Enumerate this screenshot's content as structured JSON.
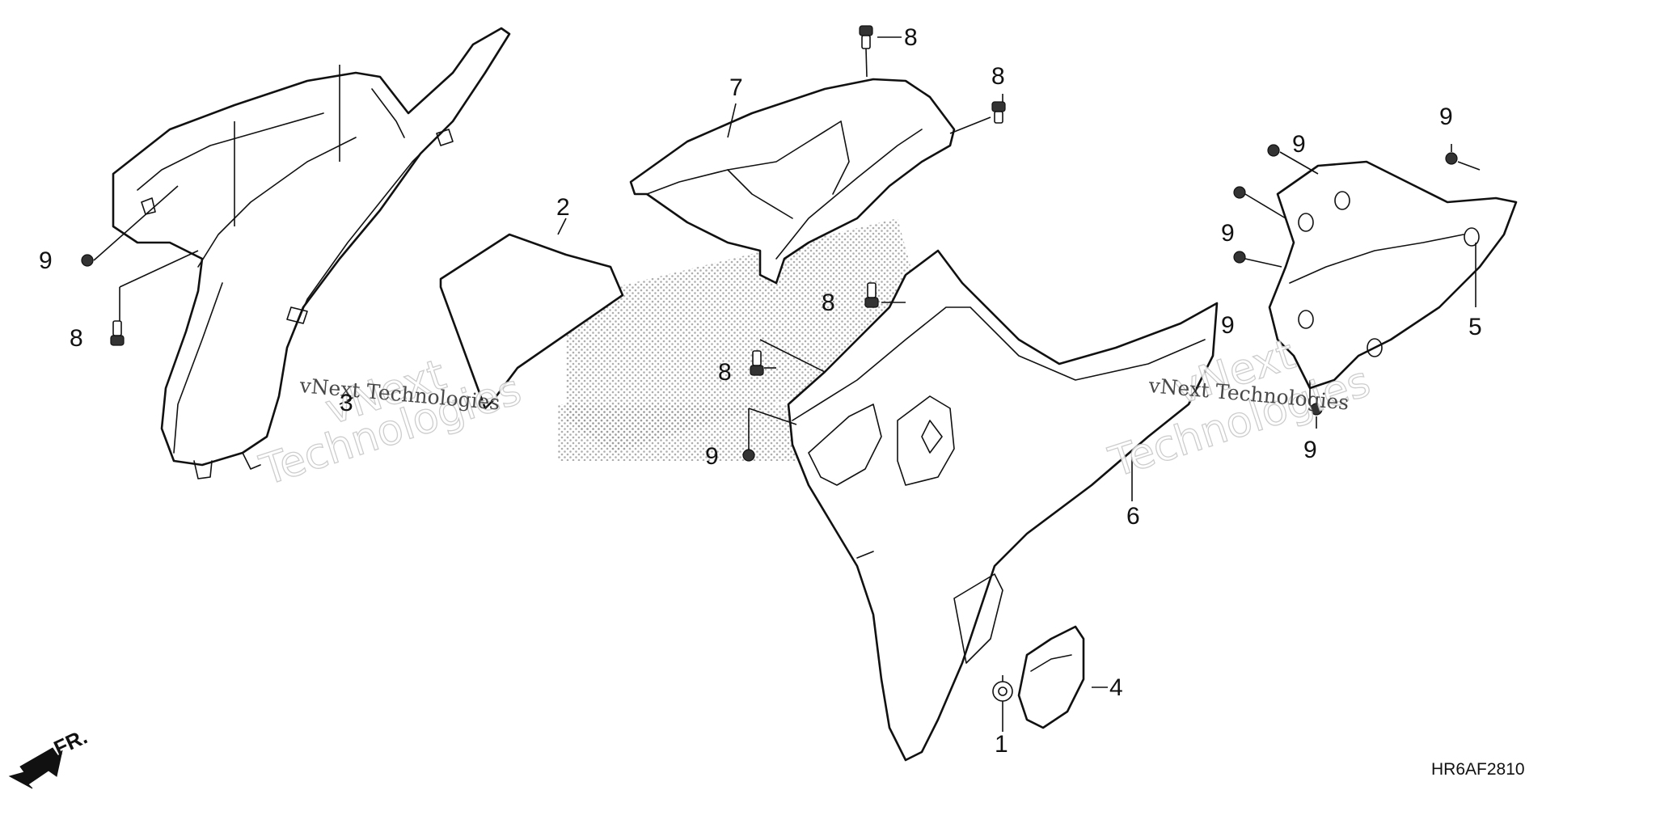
{
  "diagram_code": "HR6AF2810",
  "front_label": "FR.",
  "watermark": {
    "primary": "vNext",
    "secondary": "Technologies",
    "caption": "vNext Technologies"
  },
  "callouts": {
    "p1": "1",
    "p2": "2",
    "p3": "3",
    "p4": "4",
    "p5": "5",
    "p6": "6",
    "p7": "7",
    "p8": "8",
    "p9": "9"
  },
  "colors": {
    "line": "#111111",
    "background": "#ffffff",
    "watermark": "#c8c8c8"
  }
}
